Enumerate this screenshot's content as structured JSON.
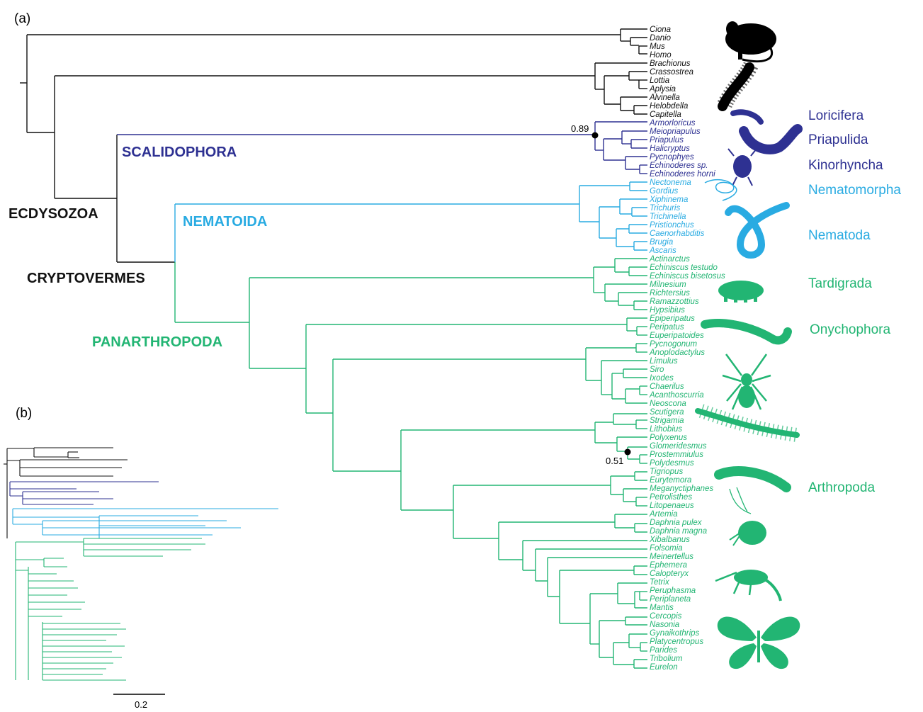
{
  "colors": {
    "outgroup": "#111111",
    "scalidophora": "#2e3192",
    "nematoida": "#29abe2",
    "panarthropoda": "#22b573"
  },
  "panels": {
    "a": "(a)",
    "b": "(b)"
  },
  "clade_labels": {
    "ecdysozoa": "ECDYSOZOA",
    "cryptovermes": "CRYPTOVERMES",
    "scalidophora": "SCALIDOPHORA",
    "nematoida": "NEMATOIDA",
    "panarthropoda": "PANARTHROPODA"
  },
  "phylum_labels": {
    "loricifera": "Loricifera",
    "priapulida": "Priapulida",
    "kinorhyncha": "Kinorhyncha",
    "nematomorpha": "Nematomorpha",
    "nematoda": "Nematoda",
    "tardigrada": "Tardigrada",
    "onychophora": "Onychophora",
    "arthropoda": "Arthropoda"
  },
  "support_values": {
    "scalidophora_node": "0.89",
    "myriapoda_node": "0.51"
  },
  "scale_bar": {
    "label": "0.2"
  },
  "taxa": [
    "Ciona",
    "Danio",
    "Mus",
    "Homo",
    "Brachionus",
    "Crassostrea",
    "Lottia",
    "Aplysia",
    "Alvinella",
    "Helobdella",
    "Capitella",
    "Armorloricus",
    "Meiopriapulus",
    "Priapulus",
    "Halicryptus",
    "Pycnophyes",
    "Echinoderes sp.",
    "Echinoderes horni",
    "Nectonema",
    "Gordius",
    "Xiphinema",
    "Trichuris",
    "Trichinella",
    "Pristionchus",
    "Caenorhabditis",
    "Brugia",
    "Ascaris",
    "Actinarctus",
    "Echiniscus testudo",
    "Echiniscus bisetosus",
    "Milnesium",
    "Richtersius",
    "Ramazzottius",
    "Hypsibius",
    "Epiperipatus",
    "Peripatus",
    "Euperipatoides",
    "Pycnogonum",
    "Anoplodactylus",
    "Limulus",
    "Siro",
    "Ixodes",
    "Chaerilus",
    "Acanthoscurria",
    "Neoscona",
    "Scutigera",
    "Strigamia",
    "Lithobius",
    "Polyxenus",
    "Glomeridesmus",
    "Prostemmiulus",
    "Polydesmus",
    "Tigriopus",
    "Eurytemora",
    "Meganyctiphanes",
    "Petrolisthes",
    "Litopenaeus",
    "Artemia",
    "Daphnia pulex",
    "Daphnia magna",
    "Xibalbanus",
    "Folsomia",
    "Meinertellus",
    "Ephemera",
    "Calopteryx",
    "Tetrix",
    "Peruphasma",
    "Periplaneta",
    "Mantis",
    "Cercopis",
    "Nasonia",
    "Gynaikothrips",
    "Platycentropus",
    "Parides",
    "Tribolium",
    "Eurelon"
  ]
}
